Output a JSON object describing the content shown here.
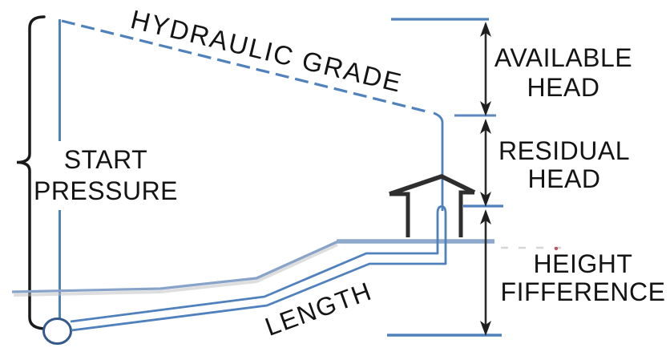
{
  "labels": {
    "hydraulic_grade": "HYDRAULIC GRADE",
    "start_pressure": "START\nPRESSURE",
    "length": "LENGTH",
    "available_head": "AVAILABLE\nHEAD",
    "residual_head": "RESIDUAL\nHEAD",
    "height_difference": "HEIGHT\nFIFFERENCE"
  },
  "colors": {
    "line_blue": "#4f81bd",
    "ground_blue": "#8fa9cc",
    "circle_stroke": "#35598a",
    "ink": "#1f1f1f",
    "background": "#ffffff"
  }
}
